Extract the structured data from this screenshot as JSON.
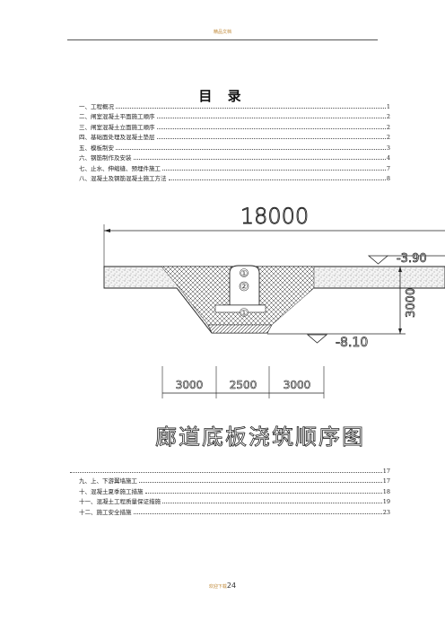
{
  "header": {
    "text": "精品文档"
  },
  "toc": {
    "title": "目 录",
    "items": [
      {
        "label": "一、工程概况",
        "page": "1"
      },
      {
        "label": "二、闸室混凝土平面施工顺序",
        "page": "2"
      },
      {
        "label": "三、闸室混凝土立面施工顺序",
        "page": "2"
      },
      {
        "label": "四、基础面处理及混凝土垫层",
        "page": "2"
      },
      {
        "label": "五、模板制安",
        "page": "3"
      },
      {
        "label": "六、钢筋制作及安装",
        "page": "4"
      },
      {
        "label": "七、止水、伸缩缝、预埋件施工",
        "page": "7"
      },
      {
        "label": "八、混凝土及钢筋混凝土施工方法",
        "page": "8"
      }
    ],
    "continued": [
      {
        "label": "",
        "page": "17"
      },
      {
        "label": "九、上、下游翼墙施工",
        "page": "17"
      },
      {
        "label": "十、混凝土夏季施工措施",
        "page": "18"
      },
      {
        "label": "十一、混凝土工程质量保证措施",
        "page": "19"
      },
      {
        "label": "十二、施工安全措施",
        "page": "23"
      }
    ]
  },
  "drawing": {
    "total_width": "18000",
    "top_elevation": "-3.90",
    "bottom_elevation": "-8.10",
    "depth": "3000",
    "bottom_dims": [
      "3000",
      "2500",
      "3000"
    ],
    "markers": [
      "①",
      "②",
      "①"
    ],
    "caption": "廊道底板浇筑顺序图"
  },
  "footer": {
    "prefix": "欢迎下载",
    "page": "24"
  }
}
